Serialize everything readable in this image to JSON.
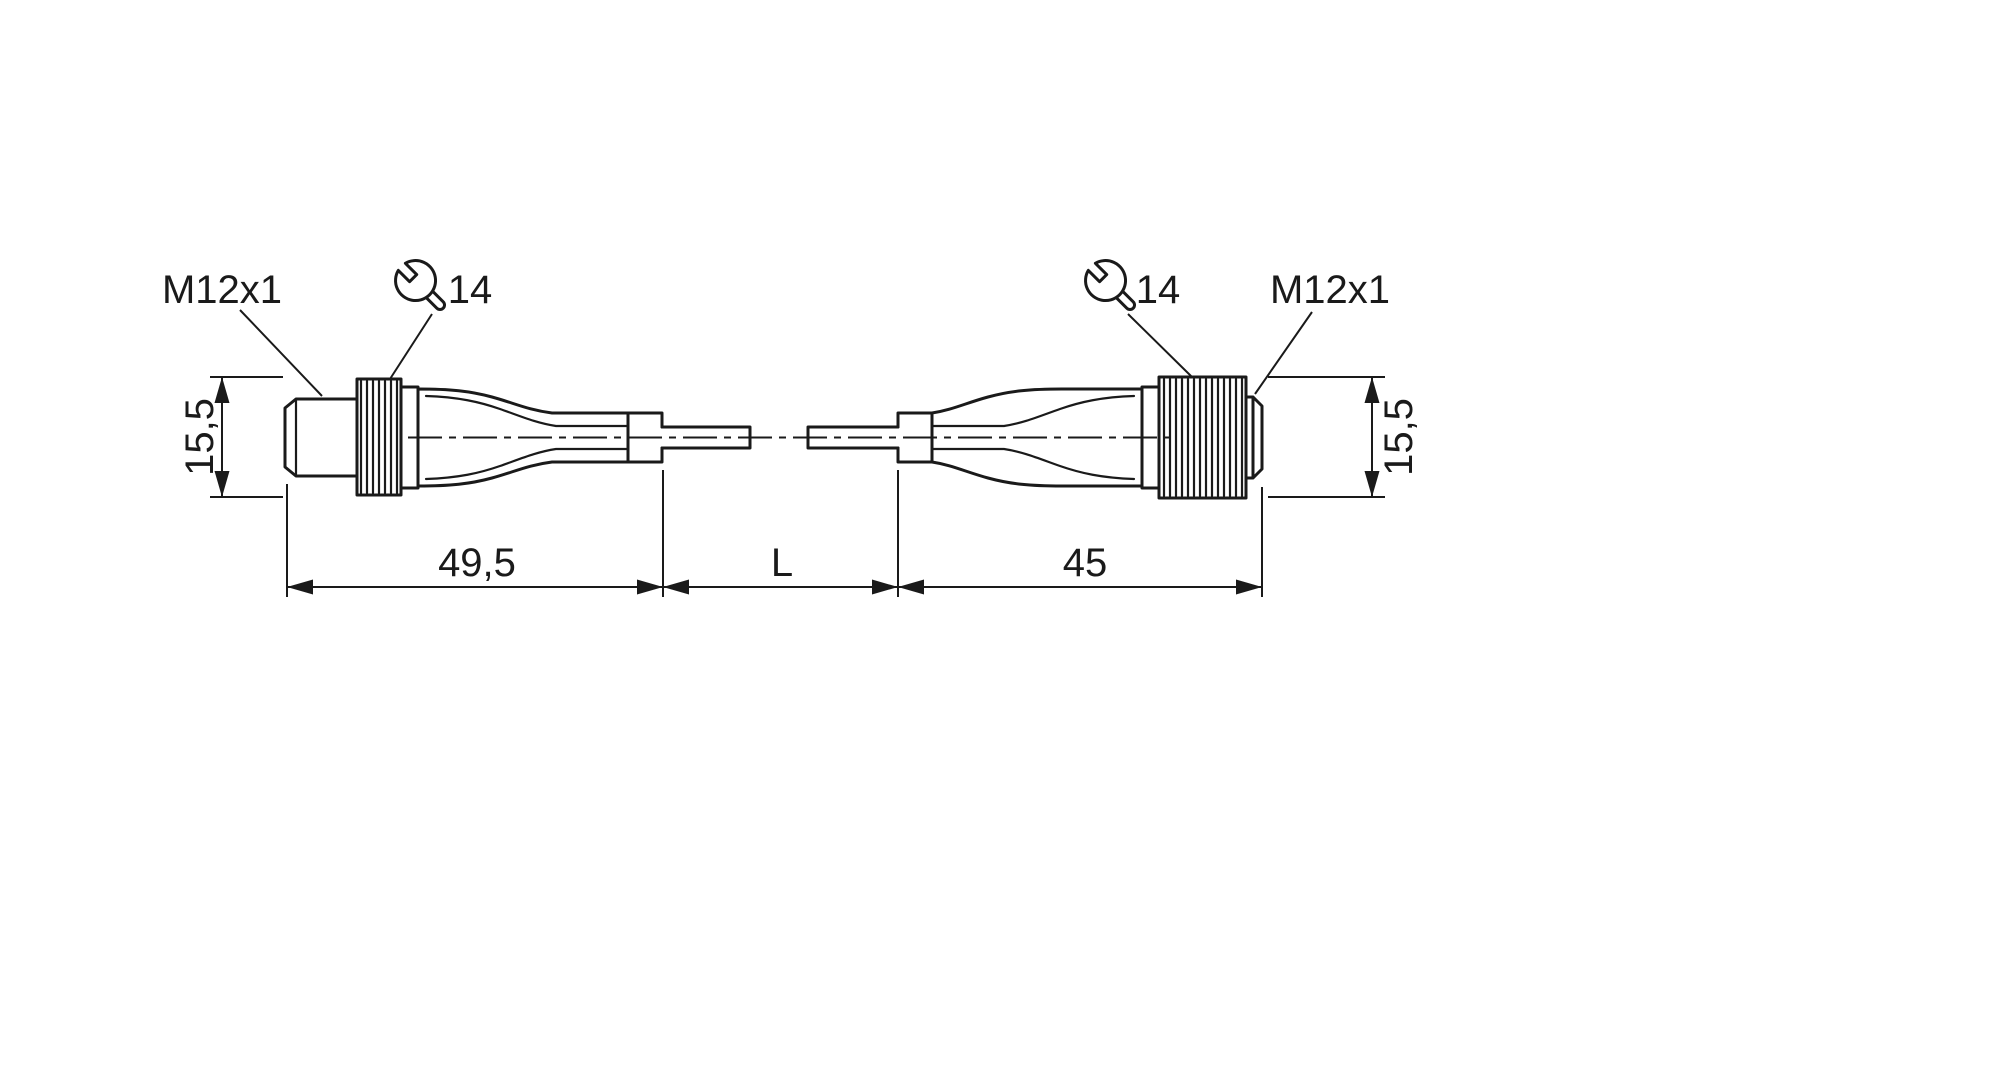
{
  "colors": {
    "background": "#ffffff",
    "line": "#1a1a1a"
  },
  "labels": {
    "left_thread": "M12x1",
    "left_wrench_size": "14",
    "right_wrench_size": "14",
    "right_thread": "M12x1"
  },
  "dimensions": {
    "left_connector_height": "15,5",
    "right_connector_height": "15,5",
    "left_connector_length": "49,5",
    "cable_length": "L",
    "right_connector_length": "45"
  },
  "icons": {
    "left": "wrench-icon",
    "right": "wrench-icon"
  }
}
